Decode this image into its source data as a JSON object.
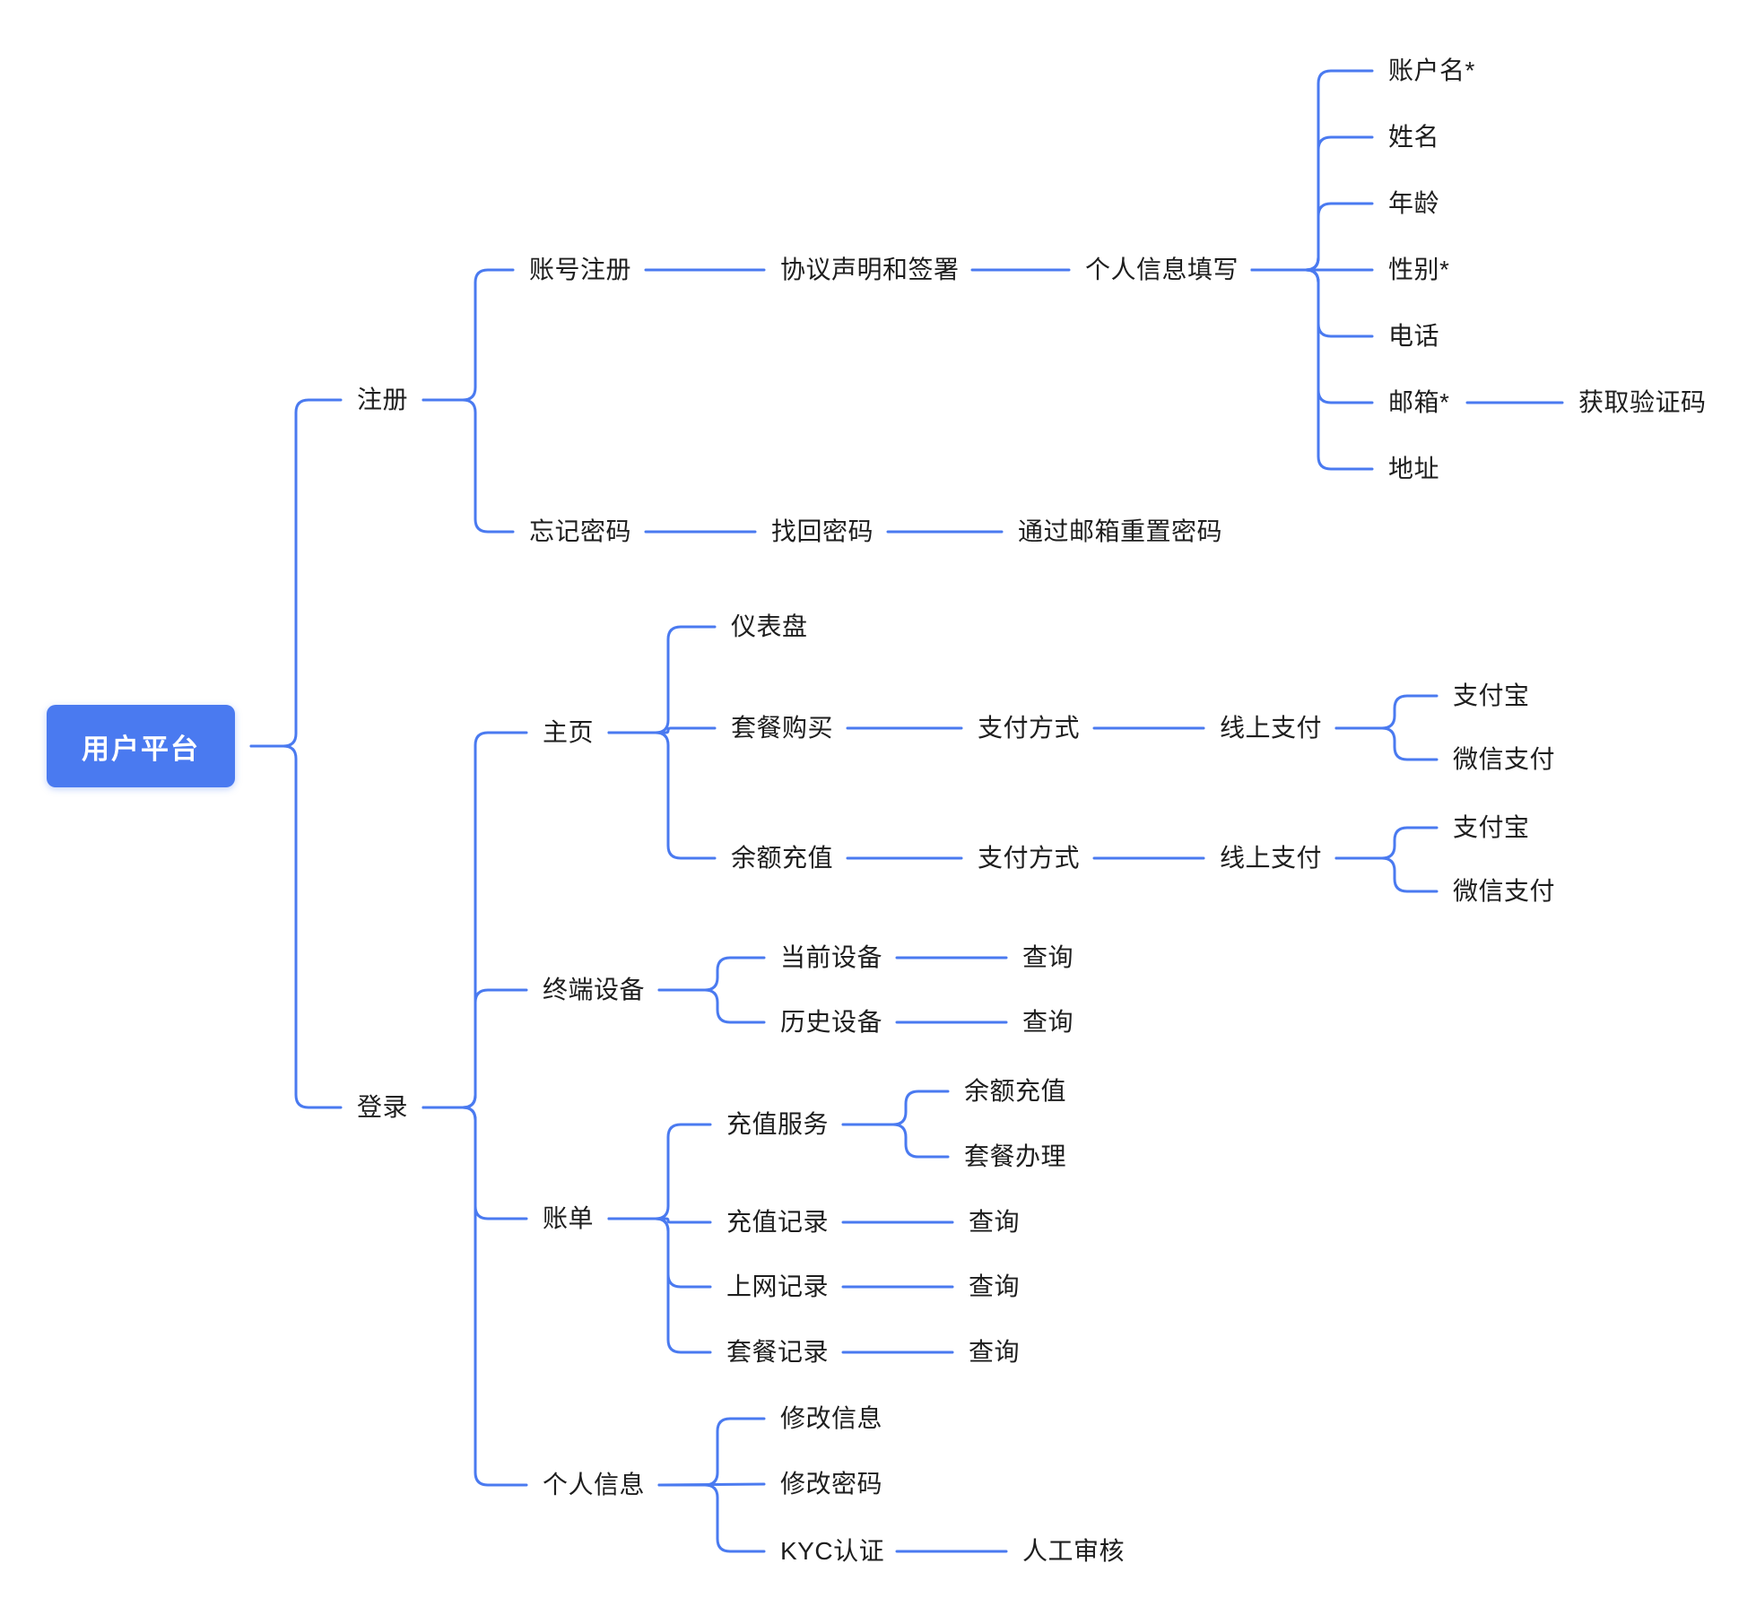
{
  "colors": {
    "accent": "#4a7af0",
    "root_background": "#4a7af0",
    "root_text": "#ffffff",
    "node_text": "#1e1e1e",
    "background": "#ffffff"
  },
  "tree": {
    "label": "用户平台",
    "children": [
      {
        "label": "注册",
        "children": [
          {
            "label": "账号注册",
            "children": [
              {
                "label": "协议声明和签署",
                "children": [
                  {
                    "label": "个人信息填写",
                    "children": [
                      {
                        "label": "账户名*"
                      },
                      {
                        "label": "姓名"
                      },
                      {
                        "label": "年龄"
                      },
                      {
                        "label": "性别*"
                      },
                      {
                        "label": "电话"
                      },
                      {
                        "label": "邮箱*",
                        "children": [
                          {
                            "label": "获取验证码"
                          }
                        ]
                      },
                      {
                        "label": "地址"
                      }
                    ]
                  }
                ]
              }
            ]
          },
          {
            "label": "忘记密码",
            "children": [
              {
                "label": "找回密码",
                "children": [
                  {
                    "label": "通过邮箱重置密码"
                  }
                ]
              }
            ]
          }
        ]
      },
      {
        "label": "登录",
        "children": [
          {
            "label": "主页",
            "children": [
              {
                "label": "仪表盘"
              },
              {
                "label": "套餐购买",
                "children": [
                  {
                    "label": "支付方式",
                    "children": [
                      {
                        "label": "线上支付",
                        "children": [
                          {
                            "label": "支付宝"
                          },
                          {
                            "label": "微信支付"
                          }
                        ]
                      }
                    ]
                  }
                ]
              },
              {
                "label": "余额充值",
                "children": [
                  {
                    "label": "支付方式",
                    "children": [
                      {
                        "label": "线上支付",
                        "children": [
                          {
                            "label": "支付宝"
                          },
                          {
                            "label": "微信支付"
                          }
                        ]
                      }
                    ]
                  }
                ]
              }
            ]
          },
          {
            "label": "终端设备",
            "children": [
              {
                "label": "当前设备",
                "children": [
                  {
                    "label": "查询"
                  }
                ]
              },
              {
                "label": "历史设备",
                "children": [
                  {
                    "label": "查询"
                  }
                ]
              }
            ]
          },
          {
            "label": "账单",
            "children": [
              {
                "label": "充值服务",
                "children": [
                  {
                    "label": "余额充值"
                  },
                  {
                    "label": "套餐办理"
                  }
                ]
              },
              {
                "label": "充值记录",
                "children": [
                  {
                    "label": "查询"
                  }
                ]
              },
              {
                "label": "上网记录",
                "children": [
                  {
                    "label": "查询"
                  }
                ]
              },
              {
                "label": "套餐记录",
                "children": [
                  {
                    "label": "查询"
                  }
                ]
              }
            ]
          },
          {
            "label": "个人信息",
            "children": [
              {
                "label": "修改信息"
              },
              {
                "label": "修改密码"
              },
              {
                "label": "KYC认证",
                "children": [
                  {
                    "label": "人工审核"
                  }
                ]
              }
            ]
          }
        ]
      }
    ]
  }
}
